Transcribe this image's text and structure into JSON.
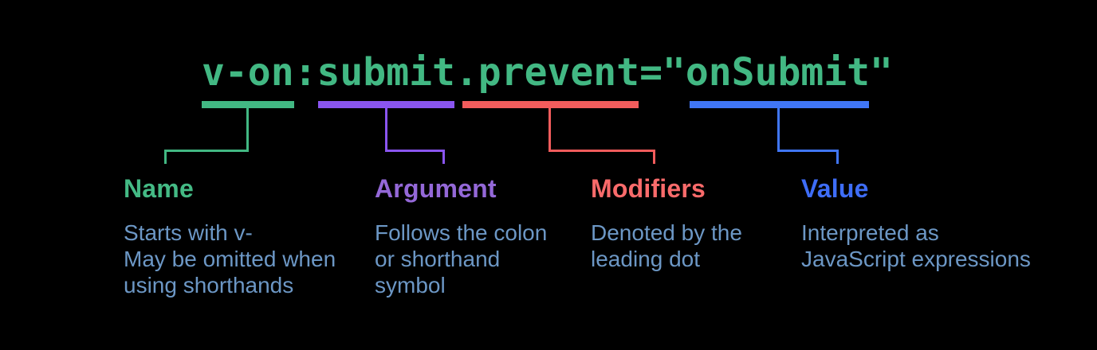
{
  "page": {
    "background": "#000000"
  },
  "code": {
    "text": "v-on:submit.prevent=\"onSubmit\"",
    "color": "#42b883"
  },
  "description_color": "#6c97c5",
  "annotations": [
    {
      "id": "name",
      "label": "Name",
      "bar_color": "#42b883",
      "label_color": "#44ba85",
      "lines": [
        "Starts with v-",
        "May be omitted when",
        "using shorthands"
      ]
    },
    {
      "id": "argument",
      "label": "Argument",
      "bar_color": "#8a55f0",
      "label_color": "#9468d8",
      "lines": [
        "Follows the colon",
        "or shorthand",
        "symbol"
      ]
    },
    {
      "id": "modifiers",
      "label": "Modifiers",
      "bar_color": "#f25c5c",
      "label_color": "#fa6b6b",
      "lines": [
        "Denoted by the",
        "leading dot"
      ]
    },
    {
      "id": "value",
      "label": "Value",
      "bar_color": "#4076f6",
      "label_color": "#3e6df7",
      "lines": [
        "Interpreted as",
        "JavaScript expressions"
      ]
    }
  ]
}
